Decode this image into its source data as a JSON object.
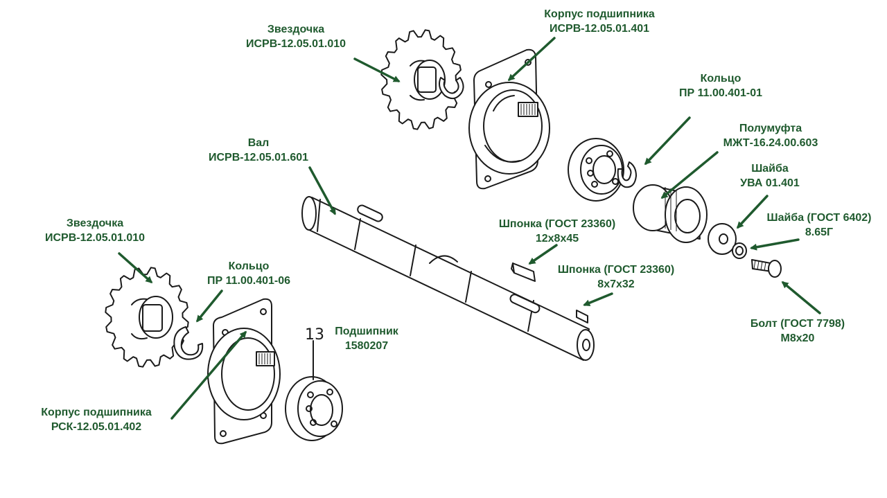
{
  "colors": {
    "label": "#1f5a2e",
    "drawing": "#1a1a1a",
    "background": "#ffffff"
  },
  "callouts": [
    {
      "id": "sprocket-top",
      "line1": "Звездочка",
      "line2": "ИСРВ-12.05.01.010"
    },
    {
      "id": "housing-top",
      "line1": "Корпус подшипника",
      "line2": "ИСРВ-12.05.01.401"
    },
    {
      "id": "ring-top",
      "line1": "Кольцо",
      "line2": "ПР 11.00.401-01"
    },
    {
      "id": "half-coupling",
      "line1": "Полумуфта",
      "line2": "МЖТ-16.24.00.603"
    },
    {
      "id": "washer-uva",
      "line1": "Шайба",
      "line2": "УВА 01.401"
    },
    {
      "id": "shaft",
      "line1": "Вал",
      "line2": "ИСРВ-12.05.01.601"
    },
    {
      "id": "washer-gost",
      "line1": "Шайба (ГОСТ 6402)",
      "line2": "8.65Г"
    },
    {
      "id": "key-large",
      "line1": "Шпонка (ГОСТ 23360)",
      "line2": "12х8х45"
    },
    {
      "id": "key-small",
      "line1": "Шпонка (ГОСТ 23360)",
      "line2": "8х7х32"
    },
    {
      "id": "sprocket-left",
      "line1": "Звездочка",
      "line2": "ИСРВ-12.05.01.010"
    },
    {
      "id": "ring-left",
      "line1": "Кольцо",
      "line2": "ПР 11.00.401-06"
    },
    {
      "id": "bearing",
      "line1": "Подшипник",
      "line2": "1580207"
    },
    {
      "id": "housing-left",
      "line1": "Корпус подшипника",
      "line2": "РСК-12.05.01.402"
    },
    {
      "id": "bolt",
      "line1": "Болт (ГОСТ 7798)",
      "line2": "М8х20"
    }
  ],
  "drawing_marks": {
    "position_number": "13"
  }
}
